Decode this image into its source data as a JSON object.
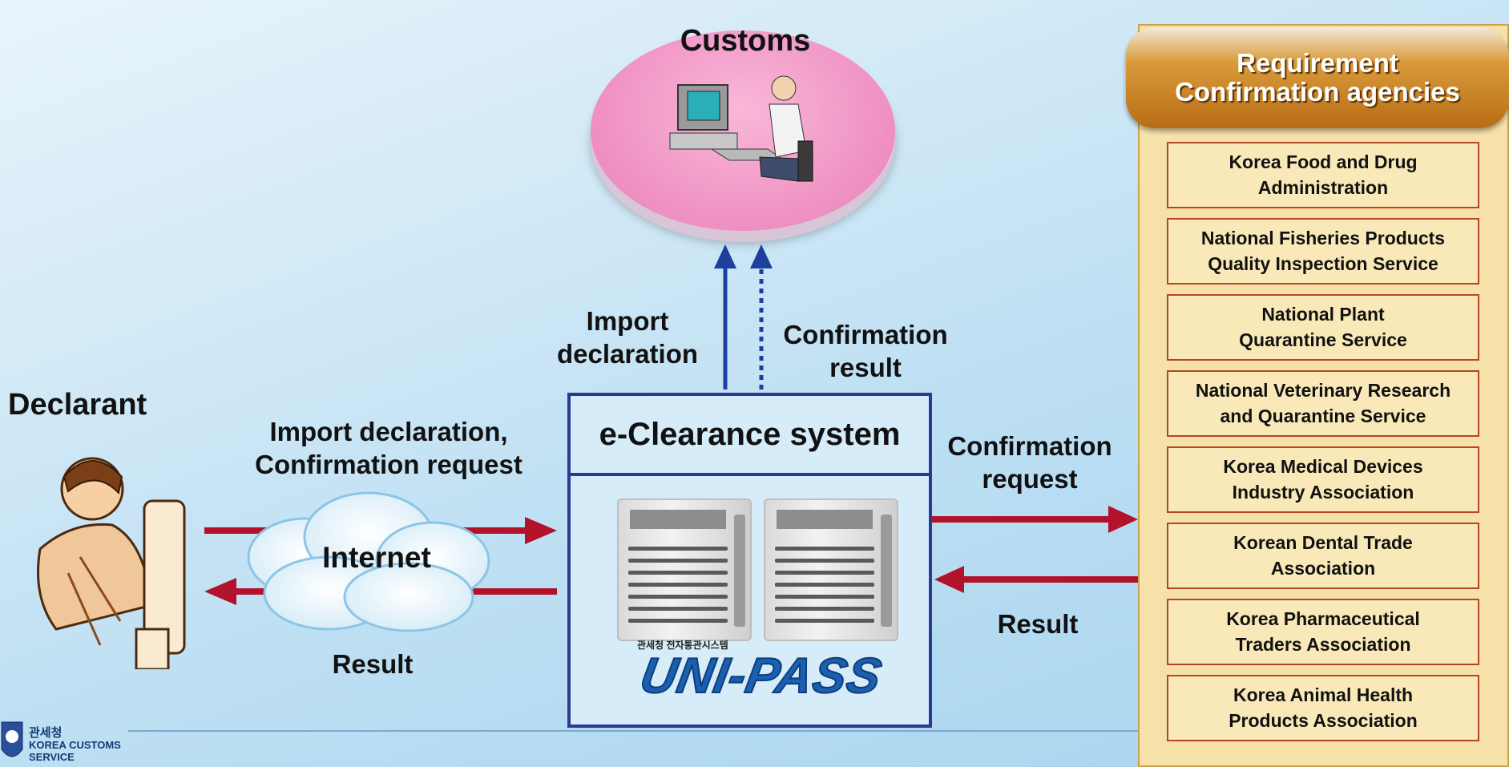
{
  "customs": {
    "title": "Customs"
  },
  "declarant": {
    "title": "Declarant"
  },
  "system": {
    "title": "e-Clearance system",
    "logo_text": "UNI-PASS",
    "logo_subtext": "관세청 전자통관시스템"
  },
  "internet": {
    "label": "Internet"
  },
  "flows": {
    "import_declaration": [
      "Import",
      "declaration"
    ],
    "confirmation_result": [
      "Confirmation",
      "result"
    ],
    "declarant_outbound": [
      "Import declaration,",
      "Confirmation request"
    ],
    "declarant_result": "Result",
    "agency_request": [
      "Confirmation",
      "request"
    ],
    "agency_result": "Result"
  },
  "agencies": {
    "header": [
      "Requirement",
      "Confirmation agencies"
    ],
    "items": [
      {
        "line1": "Korea Food and Drug",
        "line2": "Administration"
      },
      {
        "line1": "National Fisheries Products",
        "line2": "Quality Inspection Service"
      },
      {
        "line1": "National Plant",
        "line2": "Quarantine Service"
      },
      {
        "line1": "National Veterinary Research",
        "line2": "and Quarantine Service"
      },
      {
        "line1": "Korea Medical Devices",
        "line2": "Industry Association"
      },
      {
        "line1": "Korean Dental Trade",
        "line2": "Association"
      },
      {
        "line1": "Korea Pharmaceutical",
        "line2": "Traders Association"
      },
      {
        "line1": "Korea Animal Health",
        "line2": "Products Association"
      }
    ]
  },
  "footer_logo": {
    "korean": "관세청",
    "line1": "KOREA CUSTOMS",
    "line2": "SERVICE"
  },
  "colors": {
    "flow_arrow": "#b3122b",
    "system_arrow": "#1f3fa0",
    "box_border": "#2a3a94",
    "agency_border": "#b5452a"
  }
}
